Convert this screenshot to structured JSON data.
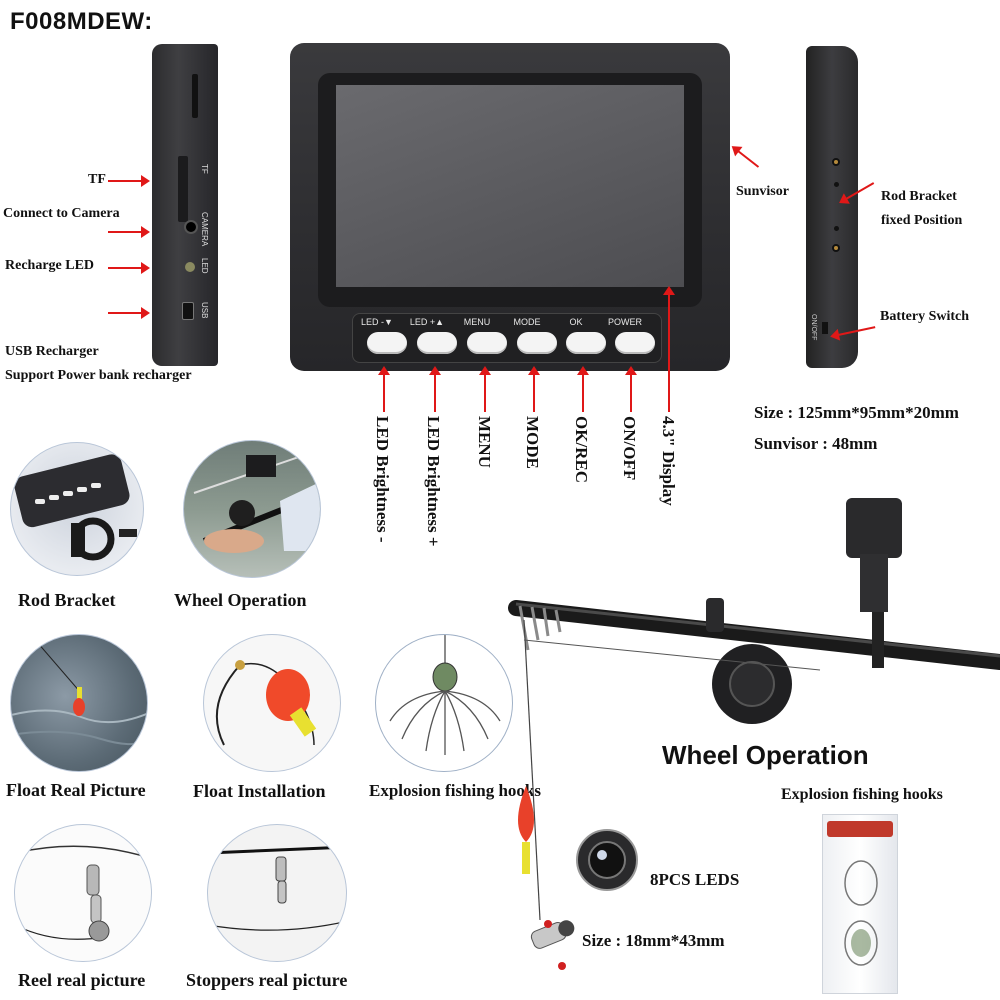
{
  "model": "F008MDEW:",
  "side_left": {
    "labels": {
      "tf": "TF",
      "camera": "Connect to Camera",
      "led": "Recharge LED",
      "usb_line1": "USB Recharger",
      "usb_line2": "Support Power bank recharger"
    },
    "port_labels": {
      "tf": "TF",
      "camera": "CAMERA",
      "led": "LED",
      "usb": "USB"
    }
  },
  "monitor": {
    "buttons": [
      "LED -▼",
      "LED +▲",
      "MENU",
      "MODE",
      "OK",
      "POWER"
    ],
    "functions": [
      "LED Brightness -",
      "LED Brightness +",
      "MENU",
      "MODE",
      "OK/REC",
      "ON/OFF"
    ],
    "display": "4.3\" Display"
  },
  "side_right": {
    "sunvisor": "Sunvisor",
    "rod_bracket_line1": "Rod Bracket",
    "rod_bracket_line2": "fixed Position",
    "battery_switch": "Battery Switch",
    "switch_label": "ON/OFF"
  },
  "specs": {
    "size": "Size : 125mm*95mm*20mm",
    "sunvisor": "Sunvisor : 48mm"
  },
  "photos": {
    "rod_bracket": "Rod Bracket",
    "wheel_operation": "Wheel Operation",
    "float_real": "Float Real Picture",
    "float_install": "Float Installation",
    "explosion_hooks": "Explosion fishing hooks",
    "reel_real": "Reel real picture",
    "stoppers_real": "Stoppers real picture"
  },
  "rod_scene": {
    "title": "Wheel Operation",
    "leds": "8PCS LEDS",
    "camera_size": "Size : 18mm*43mm",
    "hooks_package": "Explosion fishing hooks"
  },
  "colors": {
    "arrow": "#e01818",
    "device": "#2d2d30",
    "float": "#e8412a"
  }
}
